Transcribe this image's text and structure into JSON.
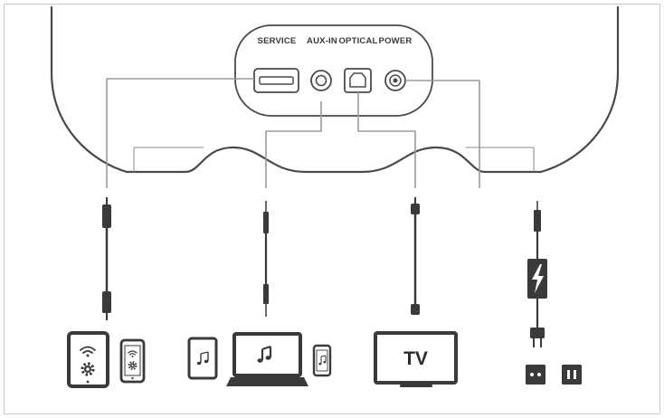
{
  "ports": {
    "service": "SERVICE",
    "aux_in": "AUX-IN",
    "optical": "OPTICAL",
    "power": "POWER"
  },
  "devices": {
    "tv_label": "TV"
  },
  "icons": {
    "tablet_settings": "tablet-wifi-gear-icon",
    "phone_settings": "phone-wifi-gear-icon",
    "tablet_music": "tablet-music-note-icon",
    "laptop_music": "laptop-music-note-icon",
    "phone_music": "phone-music-note-icon",
    "television": "tv-icon",
    "power_adapter": "power-adapter-lightning-icon",
    "outlet_round": "wall-outlet-round-icon",
    "outlet_flat": "wall-outlet-flat-icon"
  },
  "colors": {
    "outline": "#4a4a4a",
    "line": "#9a9a9a",
    "cable": "#3a3a3a",
    "frame": "#c8c8c8"
  }
}
